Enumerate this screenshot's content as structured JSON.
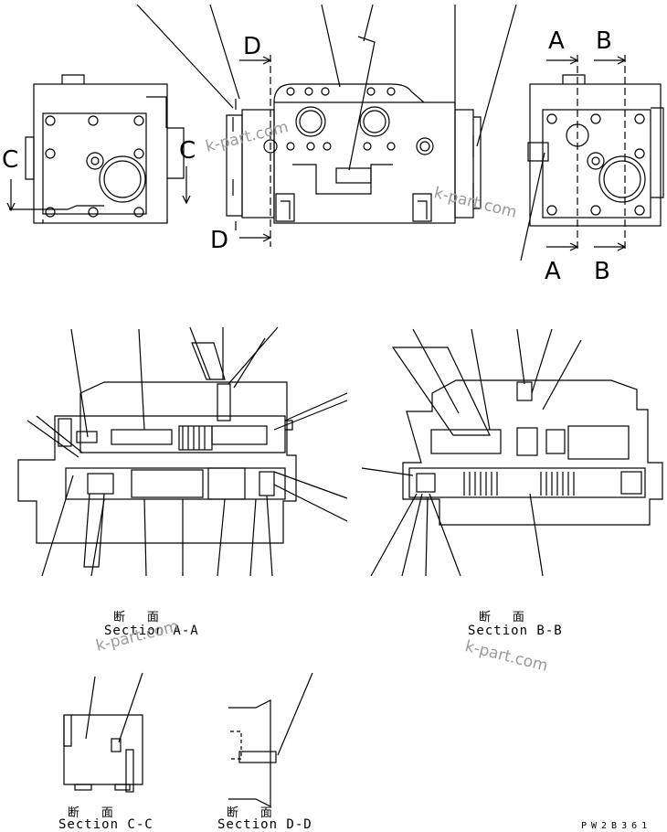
{
  "views": {
    "section_a": {
      "kanji": "断 面",
      "caption": "Section A-A"
    },
    "section_b": {
      "kanji": "断 面",
      "caption": "Section B-B"
    },
    "section_c": {
      "kanji": "断 面",
      "caption": "Section C-C"
    },
    "section_d": {
      "kanji": "断 面",
      "caption": "Section D-D"
    }
  },
  "cut_markers": {
    "a": "A",
    "b": "B",
    "c": "C",
    "d": "D"
  },
  "watermark": "k-part.com",
  "drawing_code": "PW2B361"
}
